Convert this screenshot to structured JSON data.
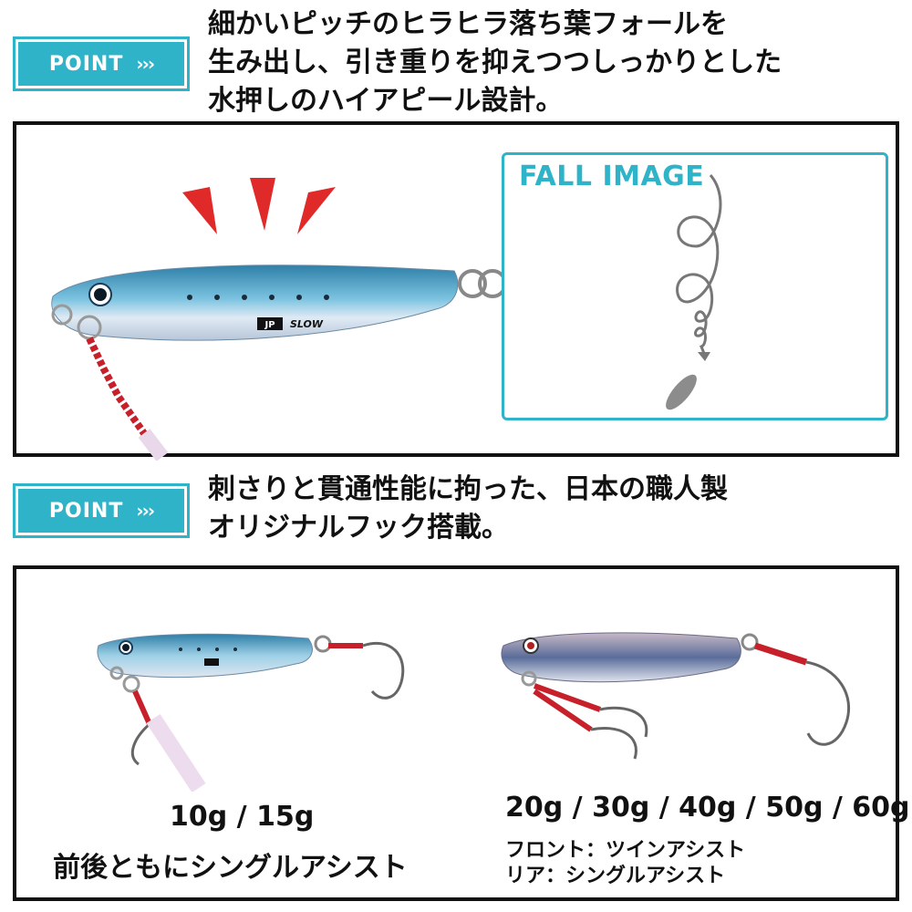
{
  "point1": {
    "badge_label": "POINT",
    "badge_arrows": "›››",
    "lines": [
      "細かいピッチのヒラヒラ落ち葉フォールを",
      "生み出し、引き重りを抑えつつしっかりとした",
      "水押しのハイアピール設計。"
    ]
  },
  "panel1": {
    "lure_label": "JP",
    "lure_label2": "SLOW",
    "fall_title": "FALL IMAGE"
  },
  "point2": {
    "badge_label": "POINT",
    "badge_arrows": "›››",
    "lines": [
      "刺さりと貫通性能に拘った、日本の職人製",
      "オリジナルフック搭載。"
    ]
  },
  "panel2": {
    "left": {
      "weights": "10g / 15g",
      "desc": "前後ともにシングルアシスト"
    },
    "right": {
      "weights": "20g / 30g / 40g / 50g / 60g",
      "front": "フロント：ツインアシスト",
      "rear": "リア：シングルアシスト"
    }
  },
  "colors": {
    "accent": "#2fb3c9",
    "alert": "#e02a2a",
    "assist_line": "#c8202a"
  }
}
